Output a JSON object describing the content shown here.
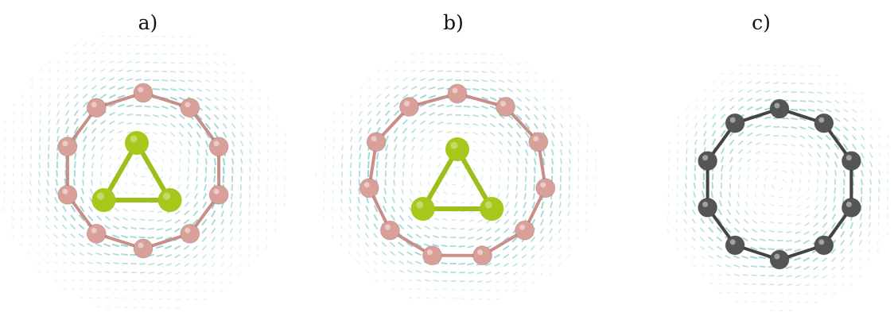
{
  "figure": {
    "panels": [
      {
        "id": "a",
        "label": "a)",
        "ring_atom_color": "#d9a09a",
        "ring_bond_color": "#c98e88",
        "ring_atoms": 10,
        "has_core_triangle": true
      },
      {
        "id": "b",
        "label": "b)",
        "ring_atom_color": "#d9a09a",
        "ring_bond_color": "#c98e88",
        "ring_atoms": 11,
        "has_core_triangle": true
      },
      {
        "id": "c",
        "label": "c)",
        "ring_atom_color": "#555555",
        "ring_bond_color": "#444444",
        "ring_atoms": 10,
        "has_core_triangle": false
      }
    ],
    "colors": {
      "current_arrows": "#7fc8c4",
      "core_atoms": "#a6c81a",
      "core_bonds": "#9cbf1a"
    }
  }
}
